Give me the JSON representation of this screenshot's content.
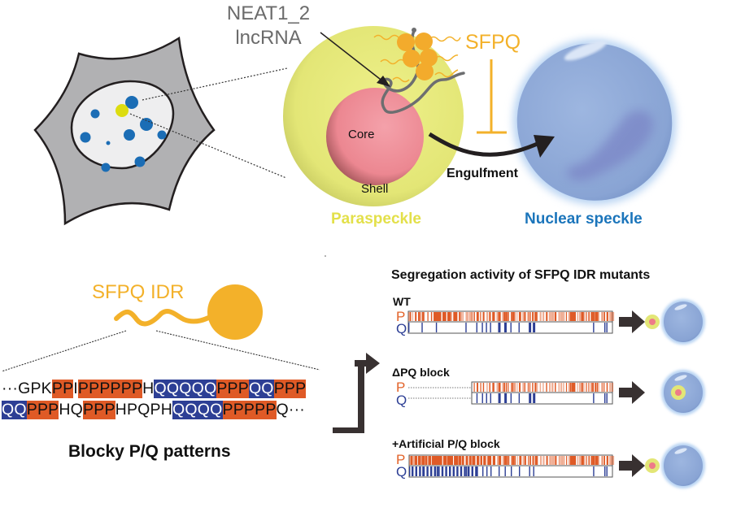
{
  "top_panel": {
    "lncrna_label": "NEAT1_2 lncRNA",
    "protein_label": "SFPQ",
    "core_label": "Core",
    "shell_label": "Shell",
    "engulfment_label": "Engulfment",
    "paraspeckle_label": "Paraspeckle",
    "nuclear_speckle_label": "Nuclear speckle"
  },
  "bottom_left": {
    "idr_label": "SFPQ IDR",
    "sequence_lines": [
      [
        {
          "t": "···GPK",
          "k": "n"
        },
        {
          "t": "PP",
          "k": "p"
        },
        {
          "t": "I",
          "k": "n"
        },
        {
          "t": "PPPPPP",
          "k": "p"
        },
        {
          "t": "H",
          "k": "n"
        },
        {
          "t": "QQQQQ",
          "k": "q"
        },
        {
          "t": "PPP",
          "k": "p"
        },
        {
          "t": "QQ",
          "k": "q"
        },
        {
          "t": "PPP",
          "k": "p"
        }
      ],
      [
        {
          "t": "QQ",
          "k": "q"
        },
        {
          "t": "PPP",
          "k": "p"
        },
        {
          "t": "HQ",
          "k": "n"
        },
        {
          "t": "PPP",
          "k": "p"
        },
        {
          "t": "HPQPH",
          "k": "n"
        },
        {
          "t": "QQQQ",
          "k": "q"
        },
        {
          "t": "PPPPP",
          "k": "p"
        },
        {
          "t": "Q···",
          "k": "n"
        }
      ]
    ],
    "caption": "Blocky P/Q patterns"
  },
  "bottom_right": {
    "title": "Segregation activity of SFPQ IDR mutants",
    "p_label": "P",
    "q_label": "Q",
    "mutants": [
      {
        "name": "WT",
        "outcome": "engulfed-separate"
      },
      {
        "name": "ΔPQ block",
        "outcome": "engulfed-inside"
      },
      {
        "name": "+Artificial P/Q block",
        "outcome": "engulfed-separate"
      }
    ]
  },
  "colors": {
    "proline": "#df5a26",
    "glutamine": "#2d3f95",
    "sfpq": "#f3b12a",
    "paraspeckle_shell": "#e6e97a",
    "paraspeckle_core": "#ee8a94",
    "nuclear_speckle": "#8fa9d8",
    "cell": "#b1b1b3",
    "nucleus": "#eeeeef",
    "speckle_dot": "#1b6db5",
    "paraspeckle_dot": "#dcdc10"
  }
}
